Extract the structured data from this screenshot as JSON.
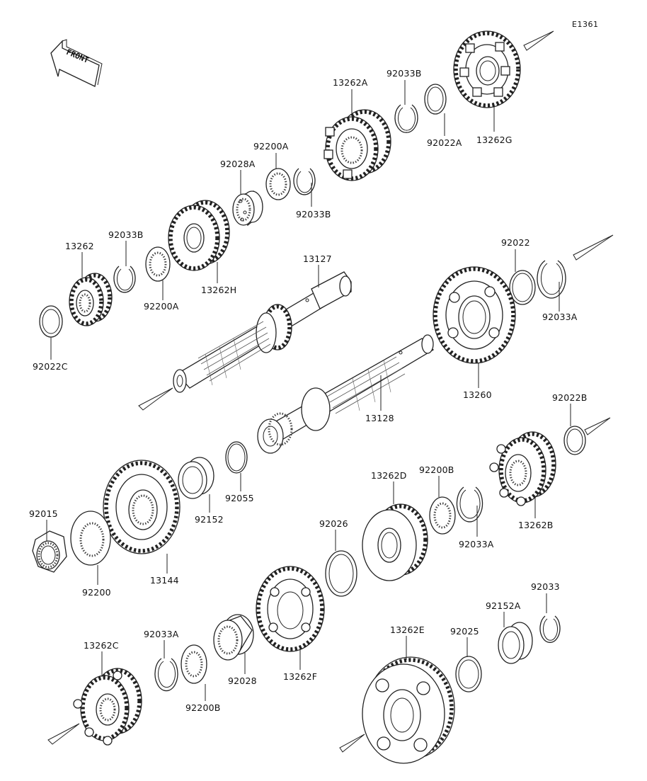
{
  "diagram_code": "E1361",
  "front_indicator": "FRONT",
  "labels": {
    "p13262A": "13262A",
    "p92033B_top": "92033B",
    "p92200A_top": "92200A",
    "p92028A": "92028A",
    "p92033B_mid": "92033B",
    "p92022A": "92022A",
    "p13262G": "13262G",
    "p13262": "13262",
    "p92033B_left": "92033B",
    "p92200A_left": "92200A",
    "p13262H": "13262H",
    "p92022C": "92022C",
    "p13127": "13127",
    "p92022": "92022",
    "p92033A_right": "92033A",
    "p13260": "13260",
    "p13128": "13128",
    "p92022B": "92022B",
    "p92200B_mid": "92200B",
    "p13262D": "13262D",
    "p92033A_mid": "92033A",
    "p13262B": "13262B",
    "p92015": "92015",
    "p92152": "92152",
    "p92055": "92055",
    "p92026": "92026",
    "p92200": "92200",
    "p13144": "13144",
    "p92033": "92033",
    "p92152A": "92152A",
    "p13262E": "13262E",
    "p92025": "92025",
    "p92033A_low": "92033A",
    "p13262C": "13262C",
    "p92028": "92028",
    "p13262F": "13262F",
    "p92200B_low": "92200B"
  }
}
